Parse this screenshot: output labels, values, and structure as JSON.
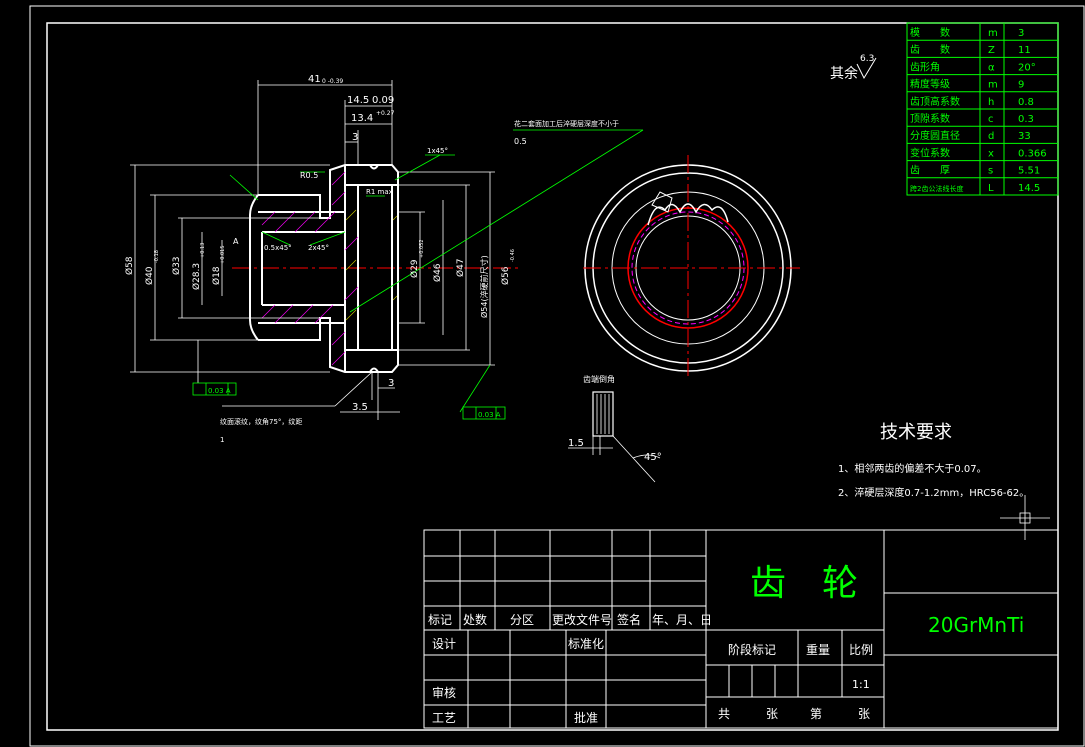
{
  "spec_table": {
    "rows": [
      {
        "name": "模　　数",
        "symbol": "m",
        "value": "3"
      },
      {
        "name": "齿　　数",
        "symbol": "Z",
        "value": "11"
      },
      {
        "name": "齿形角",
        "symbol": "α",
        "value": "20°"
      },
      {
        "name": "精度等级",
        "symbol": "m",
        "value": "9"
      },
      {
        "name": "齿顶高系数",
        "symbol": "h",
        "value": "0.8"
      },
      {
        "name": "顶隙系数",
        "symbol": "c",
        "value": "0.3"
      },
      {
        "name": "分度圆直径",
        "symbol": "d",
        "value": "33"
      },
      {
        "name": "变位系数",
        "symbol": "x",
        "value": "0.366"
      },
      {
        "name": "齿　　厚",
        "symbol": "s",
        "value": "5.51"
      },
      {
        "name": "跨2齿公法线长度",
        "symbol": "L",
        "value": "14.5"
      }
    ]
  },
  "roughness": {
    "label": "其余",
    "value": "6.3"
  },
  "section_dims": {
    "length_41": "41",
    "length_41_tol": "0\n-0.39",
    "d_14_5": "14.5",
    "d_14_5_tol": "0.09",
    "d_13_4": "13.4",
    "d_13_4_tol": "+0.27",
    "d_3_top": "3",
    "r_0_5": "R0.5",
    "r1max": "R1 max",
    "chamfer_1x45": "1x45°",
    "note_hardening": "花二套面加工后淬硬层深度不小于",
    "note_hardening_val": "0.5",
    "chamfer_0_5x45": "0.5x45°",
    "chamfer_2x45": "2x45°",
    "dia_58": "Ø58",
    "dia_40": "Ø40",
    "dia_40_tol": "-0.18",
    "dia_33": "Ø33",
    "dia_28_3": "Ø28.3",
    "dia_28_3_tol": "+0.13",
    "dia_18": "Ø18",
    "dia_18_tol": "+0.015",
    "dia_29": "Ø29",
    "dia_29_tol": "+0.052",
    "dia_46": "Ø46",
    "dia_47": "Ø47",
    "dia_54": "Ø54(淬硬前尺寸)",
    "dia_56": "Ø56",
    "dia_56_tol": "-0.46",
    "dim_3_bottom": "3",
    "dim_3_5": "3.5",
    "datum_left": "0.03 A",
    "datum_right": "0.03 A",
    "note_knurl": "纹面滚纹，纹角75°，纹距",
    "note_knurl_val": "1",
    "mark_a": "A"
  },
  "detail": {
    "title": "齿端倒角",
    "dim_1_5": "1.5",
    "angle": "45°"
  },
  "tech_req": {
    "title": "技术要求",
    "items": [
      "1、相邻两齿的偏差不大于0.07。",
      "2、淬硬层深度0.7-1.2mm，HRC56-62。"
    ]
  },
  "title_block": {
    "part_name": "齿　轮",
    "material": "20GrMnTi",
    "col_headers": [
      "标记",
      "处数",
      "分区",
      "更改文件号",
      "签名",
      "年、月、日"
    ],
    "design": "设计",
    "standardize": "标准化",
    "check": "审核",
    "process": "工艺",
    "approve": "批准",
    "stage_mark": "阶段标记",
    "weight": "重量",
    "scale_label": "比例",
    "scale": "1:1",
    "total": "共",
    "sheets": "张",
    "page": "第",
    "sheet2": "张"
  }
}
